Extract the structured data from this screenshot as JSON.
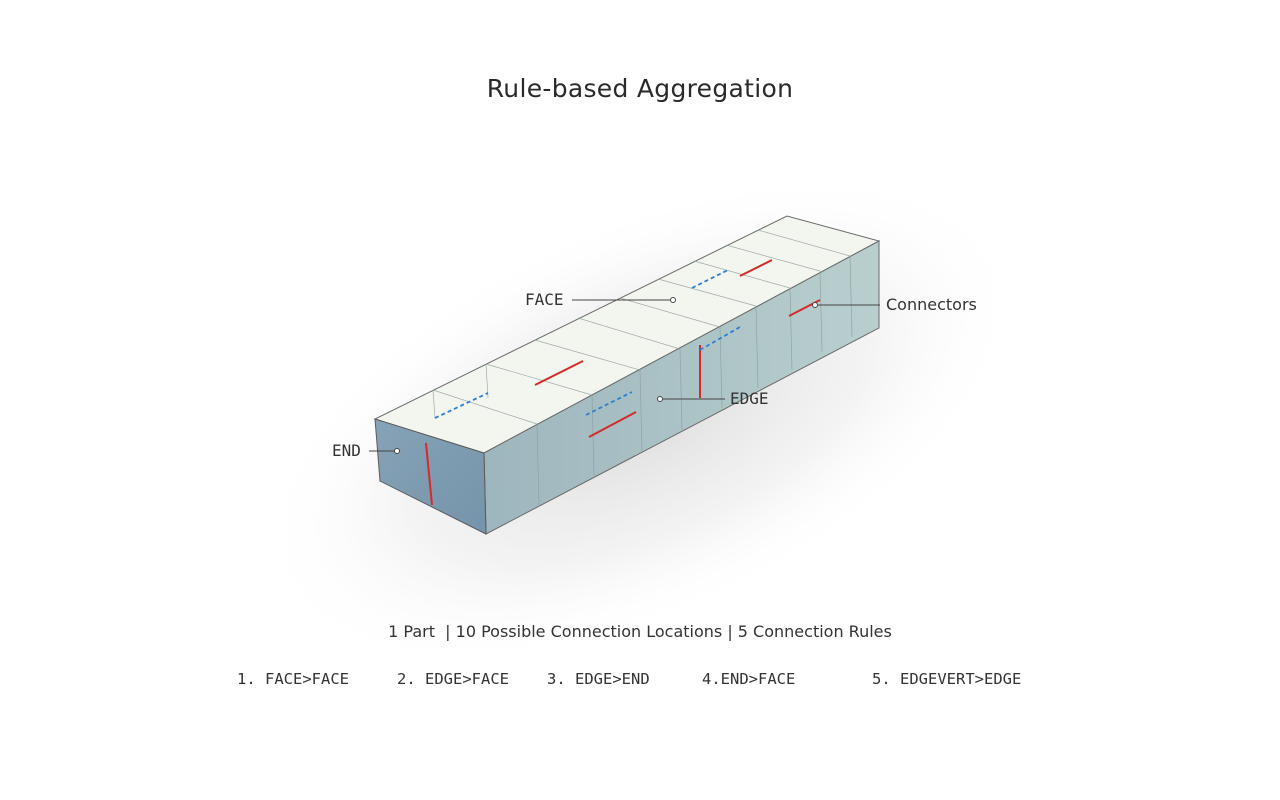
{
  "title": "Rule-based Aggregation",
  "labels": {
    "face": "FACE",
    "edge": "EDGE",
    "end": "END",
    "connectors": "Connectors"
  },
  "summary": "1 Part  | 10 Possible Connection Locations | 5 Connection Rules",
  "rules": [
    "1. FACE>FACE",
    "2. EDGE>FACE",
    "3. EDGE>END",
    "4.END>FACE",
    "5. EDGEVERT>EDGE"
  ],
  "colors": {
    "top_face": "#f2f6ee",
    "side_face": "#a9c3c6",
    "end_face": "#7f9db2",
    "connector_solid": "#d42a2a",
    "connector_dashed": "#2e7fd1"
  }
}
